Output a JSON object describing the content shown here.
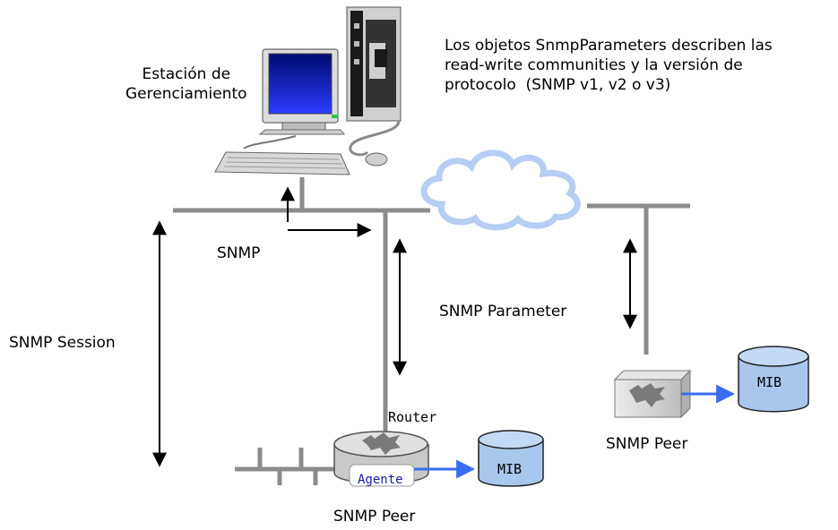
{
  "station": {
    "line1": "Estación de",
    "line2": "Gerenciamiento"
  },
  "objects_description": {
    "line1": "Los objetos SnmpParameters describen las",
    "line2": "read-write communities y la versión de",
    "line3": "protocolo  (SNMP v1, v2 o v3)"
  },
  "labels": {
    "snmp": "SNMP",
    "snmp_parameter": "SNMP Parameter",
    "snmp_session": "SNMP Session",
    "router": "Router",
    "agente": "Agente",
    "snmp_peer_right": "SNMP Peer",
    "snmp_peer_bottom": "SNMP Peer",
    "mib_left": "MIB",
    "mib_right": "MIB"
  },
  "colors": {
    "network_line": "#8c8c8c",
    "cloud_fill": "#ffffff",
    "cloud_stroke": "#b7cdf3",
    "mib_fill": "#a9c7ec",
    "mib_stroke": "#222222",
    "blue_arrow": "#3b6cf0",
    "black_arrow": "#000000",
    "agente_text": "#1a1aa6",
    "monitor_screen": "#0a1f9a"
  },
  "icons": {
    "workstation": "computer-workstation-icon",
    "cloud": "network-cloud-icon",
    "router": "router-icon",
    "switch": "switch-device-icon",
    "database": "database-cylinder-icon"
  }
}
